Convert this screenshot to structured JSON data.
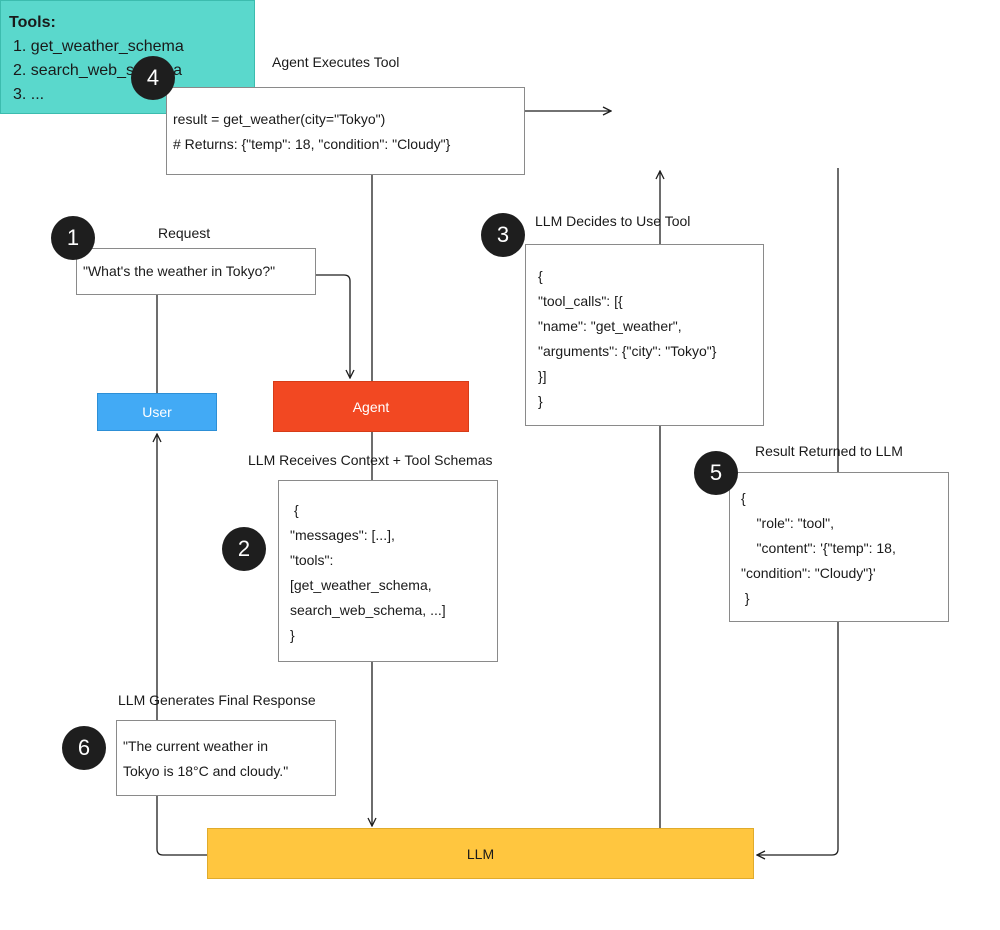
{
  "steps": {
    "s1": {
      "number": "1",
      "label": "Request",
      "text": "\"What's the weather in Tokyo?\""
    },
    "s2": {
      "number": "2",
      "label": "LLM Receives Context + Tool Schemas",
      "lines": [
        "{",
        "\"messages\": [...],",
        "\"tools\":",
        "[get_weather_schema,",
        "search_web_schema, ...]",
        "}"
      ]
    },
    "s3": {
      "number": "3",
      "label": "LLM Decides to Use Tool",
      "lines": [
        "{",
        "\"tool_calls\": [{",
        "\"name\": \"get_weather\",",
        "\"arguments\": {\"city\": \"Tokyo\"}",
        "}]",
        "}"
      ]
    },
    "s4": {
      "number": "4",
      "label": "Agent Executes Tool",
      "lines": [
        "result = get_weather(city=\"Tokyo\")",
        "# Returns: {\"temp\": 18, \"condition\": \"Cloudy\"}"
      ]
    },
    "s5": {
      "number": "5",
      "label": "Result Returned to LLM",
      "lines": [
        "{",
        "    \"role\": \"tool\",",
        "    \"content\": '{\"temp\": 18,",
        "\"condition\": \"Cloudy\"}'",
        " }"
      ]
    },
    "s6": {
      "number": "6",
      "label": "LLM Generates Final Response",
      "lines": [
        "\"The current weather in",
        "Tokyo is 18°C and cloudy.\""
      ]
    }
  },
  "actors": {
    "user": "User",
    "agent": "Agent",
    "llm": "LLM"
  },
  "tools": {
    "title": "Tools:",
    "items": [
      "1. get_weather_schema",
      "2. search_web_schema",
      "3. ..."
    ]
  },
  "colors": {
    "user": "#42aaf5",
    "agent": "#f24822",
    "llm": "#ffc63f",
    "tools": "#5ad8cc",
    "badge": "#1e1e1e",
    "connector": "#1e1e1e"
  }
}
